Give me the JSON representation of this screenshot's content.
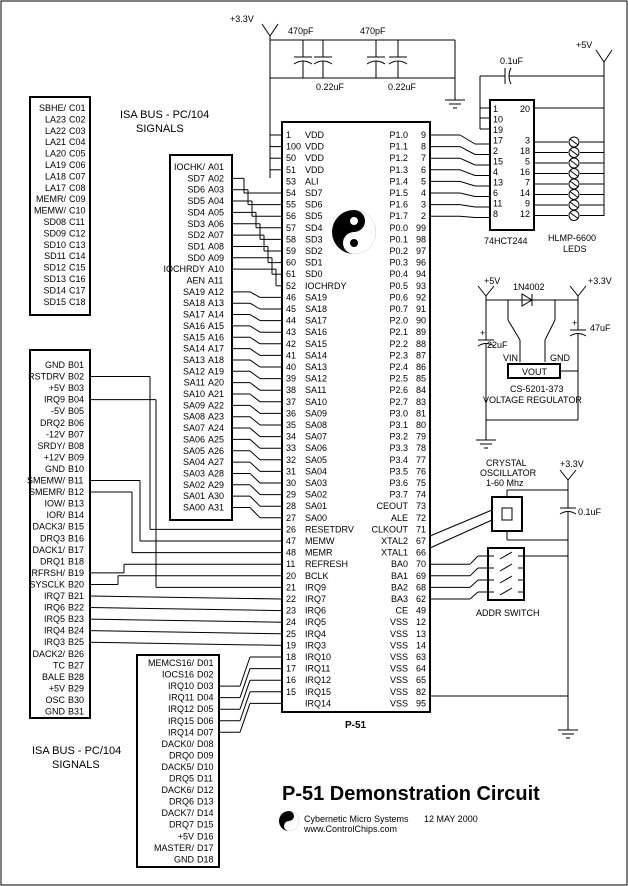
{
  "title": "P-51 Demonstration Circuit",
  "credit": {
    "company": "Cybernetic Micro Systems",
    "date": "12 MAY 2000",
    "url": "www.ControlChips.com"
  },
  "power": {
    "v33": "+3.3V",
    "v5": "+5V"
  },
  "caps": {
    "c470a": "470pF",
    "c470b": "470pF",
    "c022a": "0.22uF",
    "c022b": "0.22uF",
    "c01a": "0.1uF",
    "c01b": "0.1uF",
    "c22": "22uF",
    "c47": "47uF"
  },
  "isa_top_label": "ISA BUS - PC/104\nSIGNALS",
  "isa_bottom_label": "ISA BUS - PC/104\nSIGNALS",
  "conn_c": [
    [
      "SBHE/",
      "C01"
    ],
    [
      "LA23",
      "C02"
    ],
    [
      "LA22",
      "C03"
    ],
    [
      "LA21",
      "C04"
    ],
    [
      "LA20",
      "C05"
    ],
    [
      "LA19",
      "C06"
    ],
    [
      "LA18",
      "C07"
    ],
    [
      "LA17",
      "C08"
    ],
    [
      "MEMR/",
      "C09"
    ],
    [
      "MEMW/",
      "C10"
    ],
    [
      "SD08",
      "C11"
    ],
    [
      "SD09",
      "C12"
    ],
    [
      "SD10",
      "C13"
    ],
    [
      "SD11",
      "C14"
    ],
    [
      "SD12",
      "C15"
    ],
    [
      "SD13",
      "C16"
    ],
    [
      "SD14",
      "C17"
    ],
    [
      "SD15",
      "C18"
    ]
  ],
  "conn_a": [
    [
      "IOCHK/",
      "A01"
    ],
    [
      "SD7",
      "A02"
    ],
    [
      "SD6",
      "A03"
    ],
    [
      "SD5",
      "A04"
    ],
    [
      "SD4",
      "A05"
    ],
    [
      "SD3",
      "A06"
    ],
    [
      "SD2",
      "A07"
    ],
    [
      "SD1",
      "A08"
    ],
    [
      "SD0",
      "A09"
    ],
    [
      "IOCHRDY",
      "A10"
    ],
    [
      "AEN",
      "A11"
    ],
    [
      "SA19",
      "A12"
    ],
    [
      "SA18",
      "A13"
    ],
    [
      "SA17",
      "A14"
    ],
    [
      "SA16",
      "A15"
    ],
    [
      "SA15",
      "A16"
    ],
    [
      "SA14",
      "A17"
    ],
    [
      "SA13",
      "A18"
    ],
    [
      "SA12",
      "A19"
    ],
    [
      "SA11",
      "A20"
    ],
    [
      "SA10",
      "A21"
    ],
    [
      "SA09",
      "A22"
    ],
    [
      "SA08",
      "A23"
    ],
    [
      "SA07",
      "A24"
    ],
    [
      "SA06",
      "A25"
    ],
    [
      "SA05",
      "A26"
    ],
    [
      "SA04",
      "A27"
    ],
    [
      "SA03",
      "A28"
    ],
    [
      "SA02",
      "A29"
    ],
    [
      "SA01",
      "A30"
    ],
    [
      "SA00",
      "A31"
    ]
  ],
  "conn_b": [
    [
      "GND",
      "B01"
    ],
    [
      "RSTDRV",
      "B02"
    ],
    [
      "+5V",
      "B03"
    ],
    [
      "IRQ9",
      "B04"
    ],
    [
      "-5V",
      "B05"
    ],
    [
      "DRQ2",
      "B06"
    ],
    [
      "-12V",
      "B07"
    ],
    [
      "SRDY/",
      "B08"
    ],
    [
      "+12V",
      "B09"
    ],
    [
      "GND",
      "B10"
    ],
    [
      "SMEMW/",
      "B11"
    ],
    [
      "SMEMR/",
      "B12"
    ],
    [
      "IOW/",
      "B13"
    ],
    [
      "IOR/",
      "B14"
    ],
    [
      "DACK3/",
      "B15"
    ],
    [
      "DRQ3",
      "B16"
    ],
    [
      "DACK1/",
      "B17"
    ],
    [
      "DRQ1",
      "B18"
    ],
    [
      "RFRSH/",
      "B19"
    ],
    [
      "SYSCLK",
      "B20"
    ],
    [
      "IRQ7",
      "B21"
    ],
    [
      "IRQ6",
      "B22"
    ],
    [
      "IRQ5",
      "B23"
    ],
    [
      "IRQ4",
      "B24"
    ],
    [
      "IRQ3",
      "B25"
    ],
    [
      "DACK2/",
      "B26"
    ],
    [
      "TC",
      "B27"
    ],
    [
      "BALE",
      "B28"
    ],
    [
      "+5V",
      "B29"
    ],
    [
      "OSC",
      "B30"
    ],
    [
      "GND",
      "B31"
    ]
  ],
  "conn_d": [
    [
      "MEMCS16/",
      "D01"
    ],
    [
      "IOCS16",
      "D02"
    ],
    [
      "IRQ10",
      "D03"
    ],
    [
      "IRQ11",
      "D04"
    ],
    [
      "IRQ12",
      "D05"
    ],
    [
      "IRQ15",
      "D06"
    ],
    [
      "IRQ14",
      "D07"
    ],
    [
      "DACK0/",
      "D08"
    ],
    [
      "DRQ0",
      "D09"
    ],
    [
      "DACK5/",
      "D10"
    ],
    [
      "DRQ5",
      "D11"
    ],
    [
      "DACK6/",
      "D12"
    ],
    [
      "DRQ6",
      "D13"
    ],
    [
      "DACK7/",
      "D14"
    ],
    [
      "DRQ7",
      "D15"
    ],
    [
      "+5V",
      "D16"
    ],
    [
      "MASTER/",
      "D17"
    ],
    [
      "GND",
      "D18"
    ]
  ],
  "chip": {
    "name": "P-51",
    "left_pins": [
      [
        "1",
        "VDD"
      ],
      [
        "100",
        "VDD"
      ],
      [
        "50",
        "VDD"
      ],
      [
        "51",
        "VDD"
      ],
      [
        "53",
        "ALI"
      ],
      [
        "54",
        "SD7"
      ],
      [
        "55",
        "SD6"
      ],
      [
        "56",
        "SD5"
      ],
      [
        "57",
        "SD4"
      ],
      [
        "58",
        "SD3"
      ],
      [
        "59",
        "SD2"
      ],
      [
        "60",
        "SD1"
      ],
      [
        "61",
        "SD0"
      ],
      [
        "52",
        "IOCHRDY"
      ],
      [
        "46",
        "SA19"
      ],
      [
        "45",
        "SA18"
      ],
      [
        "44",
        "SA17"
      ],
      [
        "43",
        "SA16"
      ],
      [
        "42",
        "SA15"
      ],
      [
        "41",
        "SA14"
      ],
      [
        "40",
        "SA13"
      ],
      [
        "39",
        "SA12"
      ],
      [
        "38",
        "SA11"
      ],
      [
        "37",
        "SA10"
      ],
      [
        "36",
        "SA09"
      ],
      [
        "35",
        "SA08"
      ],
      [
        "34",
        "SA07"
      ],
      [
        "33",
        "SA06"
      ],
      [
        "32",
        "SA05"
      ],
      [
        "31",
        "SA04"
      ],
      [
        "30",
        "SA03"
      ],
      [
        "29",
        "SA02"
      ],
      [
        "28",
        "SA01"
      ],
      [
        "27",
        "SA00"
      ],
      [
        "26",
        "RESETDRV"
      ],
      [
        "47",
        "MEMW"
      ],
      [
        "48",
        "MEMR"
      ],
      [
        "11",
        "REFRESH"
      ],
      [
        "20",
        "BCLK"
      ],
      [
        "21",
        "IRQ9"
      ],
      [
        "22",
        "IRQ7"
      ],
      [
        "23",
        "IRQ6"
      ],
      [
        "24",
        "IRQ5"
      ],
      [
        "25",
        "IRQ4"
      ],
      [
        "19",
        "IRQ3"
      ],
      [
        "18",
        "IRQ10"
      ],
      [
        "17",
        "IRQ11"
      ],
      [
        "16",
        "IRQ12"
      ],
      [
        "15",
        "IRQ15"
      ],
      [
        "",
        "IRQ14"
      ]
    ],
    "right_pins": [
      [
        "P1.0",
        "9"
      ],
      [
        "P1.1",
        "8"
      ],
      [
        "P1.2",
        "7"
      ],
      [
        "P1.3",
        "6"
      ],
      [
        "P1.4",
        "5"
      ],
      [
        "P1.5",
        "4"
      ],
      [
        "P1.6",
        "3"
      ],
      [
        "P1.7",
        "2"
      ],
      [
        "P0.0",
        "99"
      ],
      [
        "P0.1",
        "98"
      ],
      [
        "P0.2",
        "97"
      ],
      [
        "P0.3",
        "96"
      ],
      [
        "P0.4",
        "94"
      ],
      [
        "P0.5",
        "93"
      ],
      [
        "P0.6",
        "92"
      ],
      [
        "P0.7",
        "91"
      ],
      [
        "P2.0",
        "90"
      ],
      [
        "P2.1",
        "89"
      ],
      [
        "P2.2",
        "88"
      ],
      [
        "P2.3",
        "87"
      ],
      [
        "P2.4",
        "86"
      ],
      [
        "P2.5",
        "85"
      ],
      [
        "P2.6",
        "84"
      ],
      [
        "P2.7",
        "83"
      ],
      [
        "P3.0",
        "81"
      ],
      [
        "P3.1",
        "80"
      ],
      [
        "P3.2",
        "79"
      ],
      [
        "P3.3",
        "78"
      ],
      [
        "P3.4",
        "77"
      ],
      [
        "P3.5",
        "76"
      ],
      [
        "P3.6",
        "75"
      ],
      [
        "P3.7",
        "74"
      ],
      [
        "CEOUT",
        "73"
      ],
      [
        "ALE",
        "72"
      ],
      [
        "CLKOUT",
        "71"
      ],
      [
        "XTAL2",
        "67"
      ],
      [
        "XTAL1",
        "66"
      ],
      [
        "BA0",
        "70"
      ],
      [
        "BA1",
        "69"
      ],
      [
        "BA2",
        "68"
      ],
      [
        "BA3",
        "62"
      ],
      [
        "CE",
        "49"
      ],
      [
        "VSS",
        "12"
      ],
      [
        "VSS",
        "13"
      ],
      [
        "VSS",
        "14"
      ],
      [
        "VSS",
        "63"
      ],
      [
        "VSS",
        "64"
      ],
      [
        "VSS",
        "65"
      ],
      [
        "VSS",
        "82"
      ],
      [
        "VSS",
        "95"
      ]
    ]
  },
  "hct244": {
    "name": "74HCT244",
    "left": [
      [
        "1",
        ""
      ],
      [
        "10",
        ""
      ],
      [
        "19",
        ""
      ],
      [
        "17",
        ""
      ],
      [
        "15",
        ""
      ],
      [
        "13",
        ""
      ],
      [
        "11",
        ""
      ],
      [
        "8",
        ""
      ]
    ],
    "left_extra": [
      [
        "2",
        ""
      ],
      [
        "4",
        ""
      ],
      [
        "6",
        ""
      ]
    ],
    "right": [
      [
        "20",
        ""
      ],
      [
        "3",
        ""
      ],
      [
        "18",
        ""
      ],
      [
        "5",
        ""
      ],
      [
        "16",
        ""
      ],
      [
        "7",
        ""
      ],
      [
        "14",
        ""
      ],
      [
        "9",
        ""
      ],
      [
        "12",
        ""
      ]
    ]
  },
  "hct_pin_rows": [
    [
      "1",
      "",
      "20"
    ],
    [
      "10",
      "",
      ""
    ],
    [
      "19",
      "",
      ""
    ],
    [
      "17",
      "",
      "3"
    ],
    [
      "2",
      "",
      "18"
    ],
    [
      "15",
      "",
      "5"
    ],
    [
      "4",
      "",
      "16"
    ],
    [
      "13",
      "",
      "7"
    ],
    [
      "6",
      "",
      "14"
    ],
    [
      "11",
      "",
      "9"
    ],
    [
      "8",
      "",
      "12"
    ]
  ],
  "leds_label": "HLMP-6600\nLEDS",
  "diode": "1N4002",
  "regulator": {
    "part": "CS-5201-373",
    "label": "VOLTAGE REGULATOR",
    "vin": "VIN",
    "gnd": "GND",
    "vout": "VOUT"
  },
  "crystal": {
    "label": "CRYSTAL\nOSCILLATOR\n1-60 Mhz"
  },
  "addr_switch": "ADDR SWITCH"
}
